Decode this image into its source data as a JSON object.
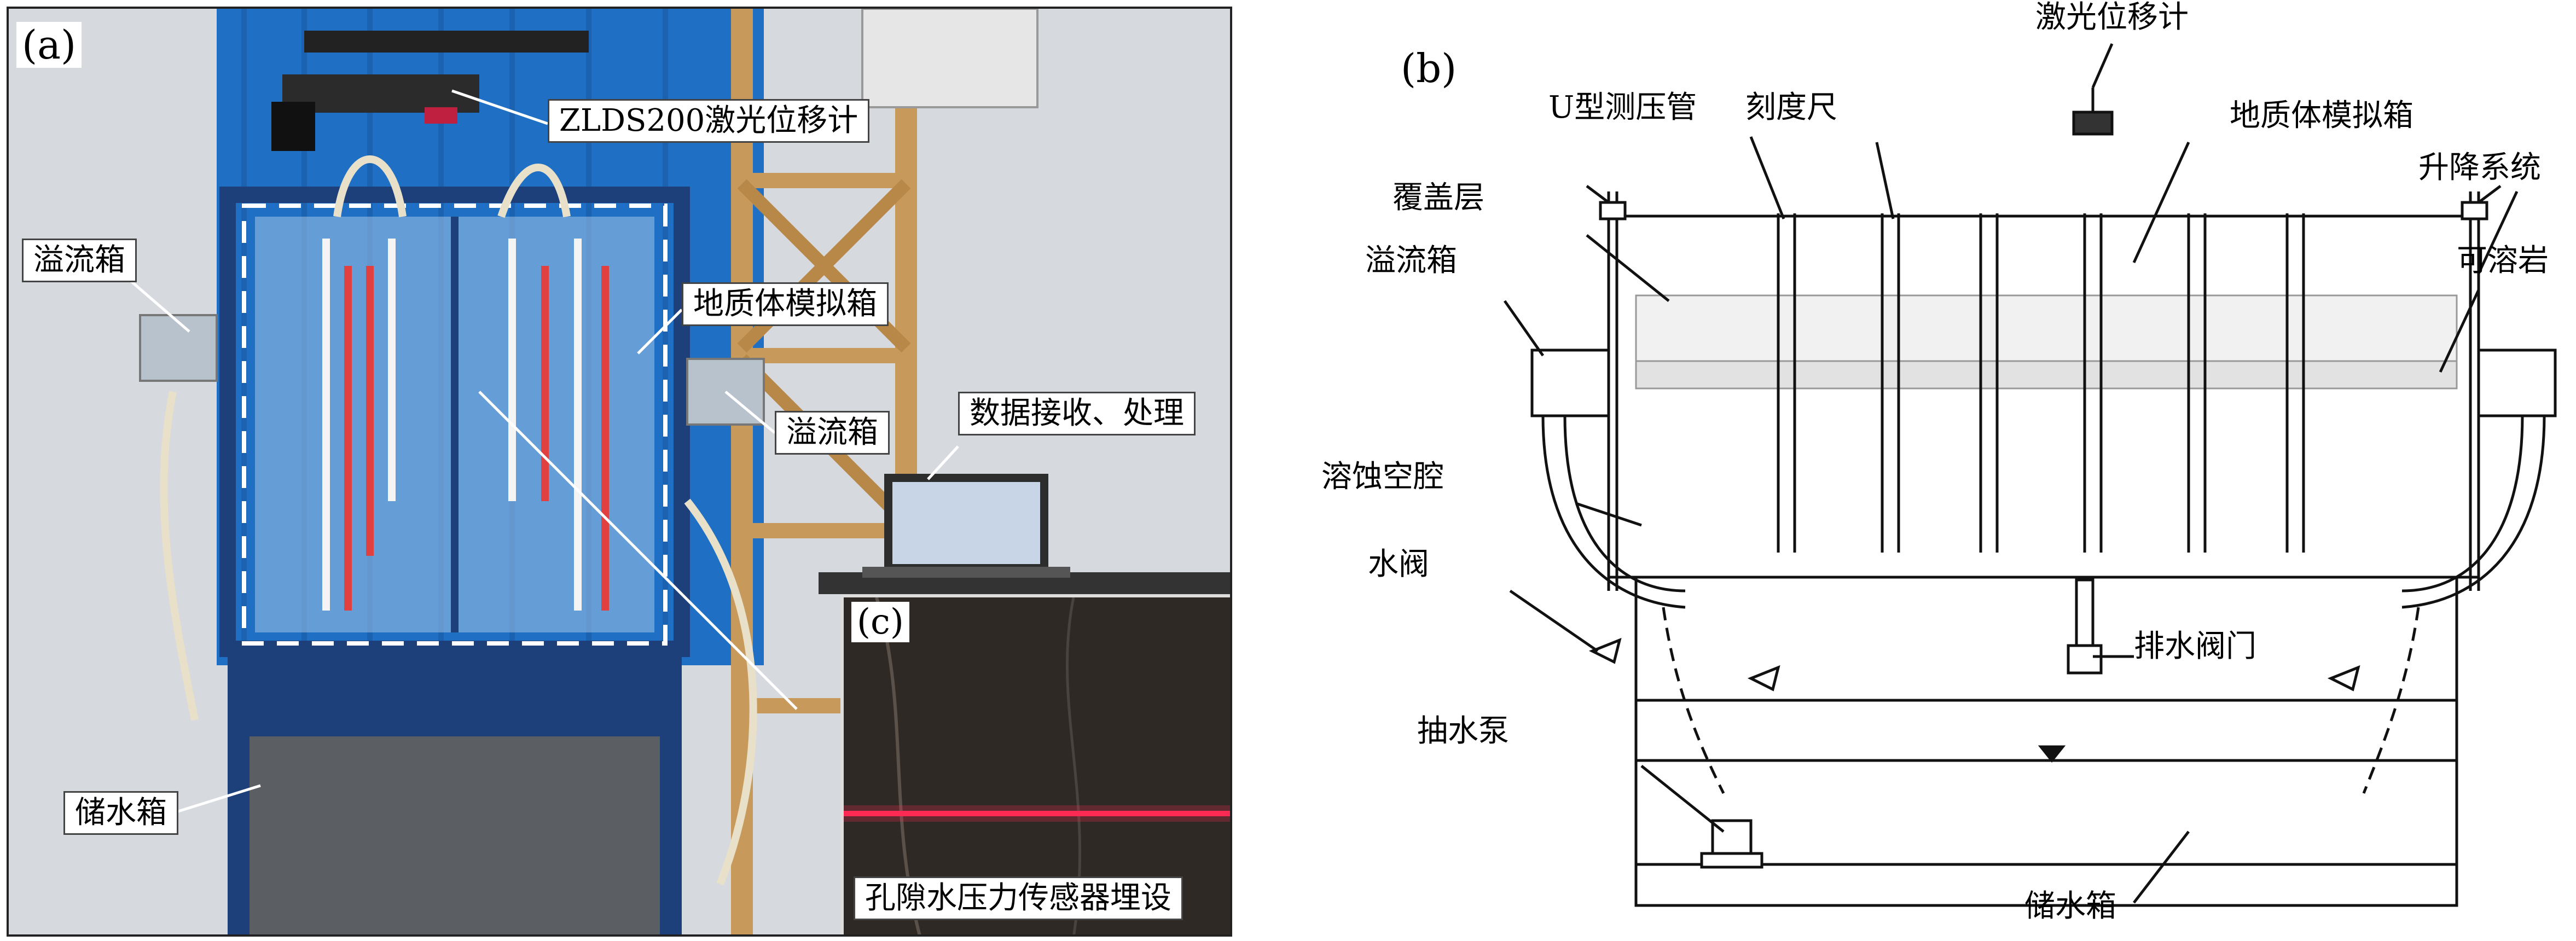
{
  "panel_a": {
    "label": "(a)",
    "callouts": {
      "laser": "ZLDS200激光位移计",
      "overflow_left": "溢流箱",
      "geo_box": "地质体模拟箱",
      "overflow_right": "溢流箱",
      "data": "数据接收、处理",
      "reservoir": "储水箱"
    },
    "inset": {
      "label": "(c)",
      "caption": "孔隙水压力传感器埋设"
    }
  },
  "panel_b": {
    "label": "(b)",
    "labels": {
      "laser": "激光位移计",
      "u_tube": "U型测压管",
      "scale": "刻度尺",
      "geo_box": "地质体模拟箱",
      "cover": "覆盖层",
      "lift": "升降系统",
      "overflow": "溢流箱",
      "soluble": "可溶岩",
      "cavity": "溶蚀空腔",
      "valve": "水阀",
      "drain": "排水阀门",
      "pump": "抽水泵",
      "reservoir": "储水箱"
    }
  },
  "colors": {
    "frame_blue": "#1d3f7a",
    "curtain_blue": "#1f6fc4",
    "laser_red": "#ff2a55",
    "line": "#111111"
  }
}
